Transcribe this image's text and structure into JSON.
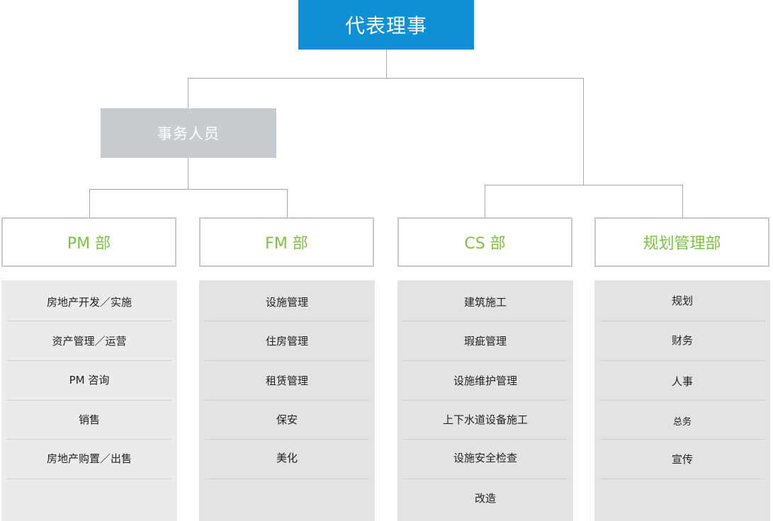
{
  "chart": {
    "root": "代表理事",
    "staff": "事务人员",
    "departments": [
      {
        "label": "PM 部",
        "items": [
          "房地产开发／实施",
          "资产管理／运营",
          "PM 咨询",
          "销售",
          "房地产购置／出售"
        ]
      },
      {
        "label": "FM 部",
        "items": [
          "设施管理",
          "住房管理",
          "租赁管理",
          "保安",
          "美化"
        ]
      },
      {
        "label": "CS 部",
        "items": [
          "建筑施工",
          "瑕疵管理",
          "设施维护管理",
          "上下水道设备施工",
          "设施安全检查",
          "改造"
        ]
      },
      {
        "label": "规划管理部",
        "items": [
          "规划",
          "财务",
          "人事",
          "总务",
          "宣传"
        ]
      }
    ]
  },
  "colors": {
    "root_bg": "#0f8fd6",
    "staff_bg": "#c7ccd0",
    "dept_text": "#7cc242",
    "connector": "#a9a9a9"
  }
}
